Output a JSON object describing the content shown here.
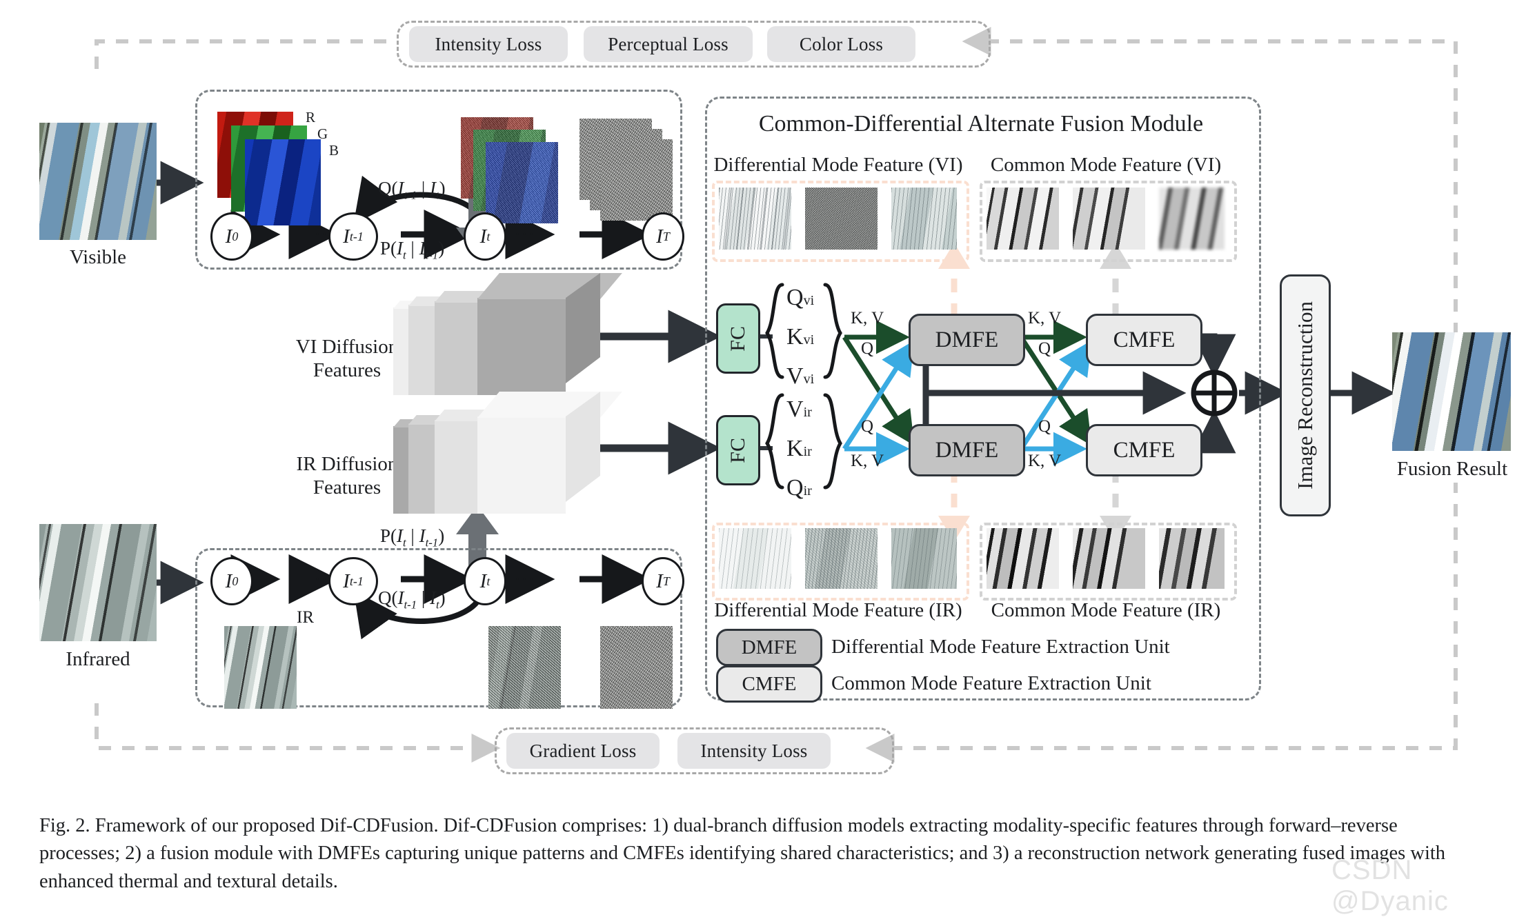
{
  "figure": {
    "top_losses": [
      "Intensity Loss",
      "Perceptual Loss",
      "Color Loss"
    ],
    "bottom_losses": [
      "Gradient Loss",
      "Intensity Loss"
    ],
    "inputs": {
      "visible_label": "Visible",
      "infrared_label": "Infrared"
    },
    "diffusion": {
      "vi": {
        "nodes": [
          "I",
          "I",
          "I",
          "I"
        ],
        "node_subs": [
          "0",
          "t−1",
          "t",
          "T"
        ],
        "forward_label": "P(I_t | I_t-1)",
        "reverse_label": "Q(I_t-1 | I_t)",
        "channel_labels": [
          "R",
          "G",
          "B"
        ]
      },
      "ir": {
        "branch_label": "IR",
        "forward_label": "P(I_t | I_t-1)",
        "reverse_label": "Q(I_t-1 | I_t)"
      }
    },
    "features": {
      "vi_label_line1": "VI Diffusion",
      "vi_label_line2": "Features",
      "ir_label_line1": "IR Diffusion",
      "ir_label_line2": "Features"
    },
    "fusion_module": {
      "title": "Common-Differential Alternate Fusion Module",
      "feature_titles": {
        "diff_vi": "Differential Mode Feature (VI)",
        "common_vi": "Common Mode Feature (VI)",
        "diff_ir": "Differential Mode Feature (IR)",
        "common_ir": "Common Mode Feature (IR)"
      },
      "fc_label": "FC",
      "qkv_vi": [
        "Q",
        "K",
        "V"
      ],
      "qkv_vi_sub": "vi",
      "qkv_ir": [
        "V",
        "K",
        "Q"
      ],
      "qkv_ir_sub": "ir",
      "dmfe_label": "DMFE",
      "cmfe_label": "CMFE",
      "arrow_kv": "K, V",
      "arrow_q": "Q",
      "legend": [
        {
          "box": "DMFE",
          "text": "Differential Mode Feature Extraction Unit"
        },
        {
          "box": "CMFE",
          "text": "Common Mode Feature Extraction Unit"
        }
      ]
    },
    "output": {
      "reconstruction_label": "Image Reconstruction",
      "fusion_result_label": "Fusion Result",
      "sum_symbol": "⊕"
    },
    "caption": "Fig. 2.   Framework of our proposed Dif-CDFusion. Dif-CDFusion comprises: 1) dual-branch diffusion models extracting modality-specific features through forward–reverse processes; 2) a fusion module with DMFEs capturing unique patterns and CMFEs identifying shared characteristics; and 3) a reconstruction network generating fused images with enhanced thermal and textural details.",
    "watermark": "CSDN @Dyanic",
    "colors": {
      "fc_green": "#b4e3cc",
      "arrow_green": "#1b4d2b",
      "arrow_blue": "#3aabe2",
      "dmfe_gray": "#c3c3c3",
      "cmfe_gray": "#eaeaea",
      "loss_pill": "#e4e4e6",
      "dash_gray": "#a8a8a8",
      "peach": "#fadfd0",
      "dark_line": "#2f343a"
    }
  }
}
